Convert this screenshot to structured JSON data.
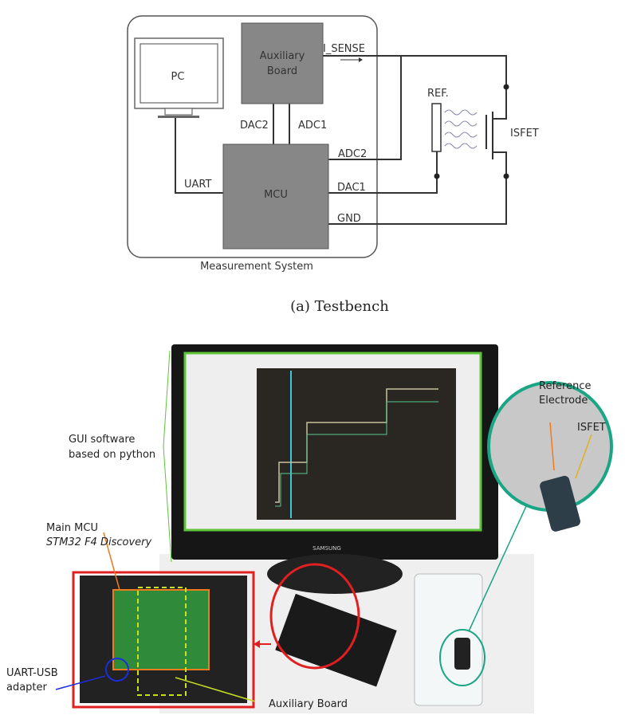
{
  "testbench": {
    "pc": "PC",
    "auxiliary_board": [
      "Auxiliary",
      "Board"
    ],
    "mcu": "MCU",
    "i_sense": "I_SENSE",
    "dac2": "DAC2",
    "adc1": "ADC1",
    "adc2": "ADC2",
    "dac1": "DAC1",
    "gnd": "GND",
    "uart": "UART",
    "ref": "REF.",
    "isfet": "ISFET",
    "system_label": "Measurement System",
    "caption": "(a) Testbench"
  },
  "photo": {
    "gui_label": [
      "GUI software",
      "based on python"
    ],
    "mcu_label": [
      "Main MCU",
      "STM32 F4 Discovery"
    ],
    "uart_label": [
      "UART-USB",
      "adapter"
    ],
    "aux_label": "Auxiliary Board",
    "ref_label": [
      "Reference",
      "Electrode"
    ],
    "isfet_label": "ISFET",
    "monitor_brand": "SAMSUNG",
    "colors": {
      "gui": "#5ec43a",
      "mcu": "#f07a1e",
      "board_box": "#e02020",
      "uart": "#1a2ee0",
      "aux": "#c8e020",
      "isfet_zoom": "#1aa584"
    }
  }
}
